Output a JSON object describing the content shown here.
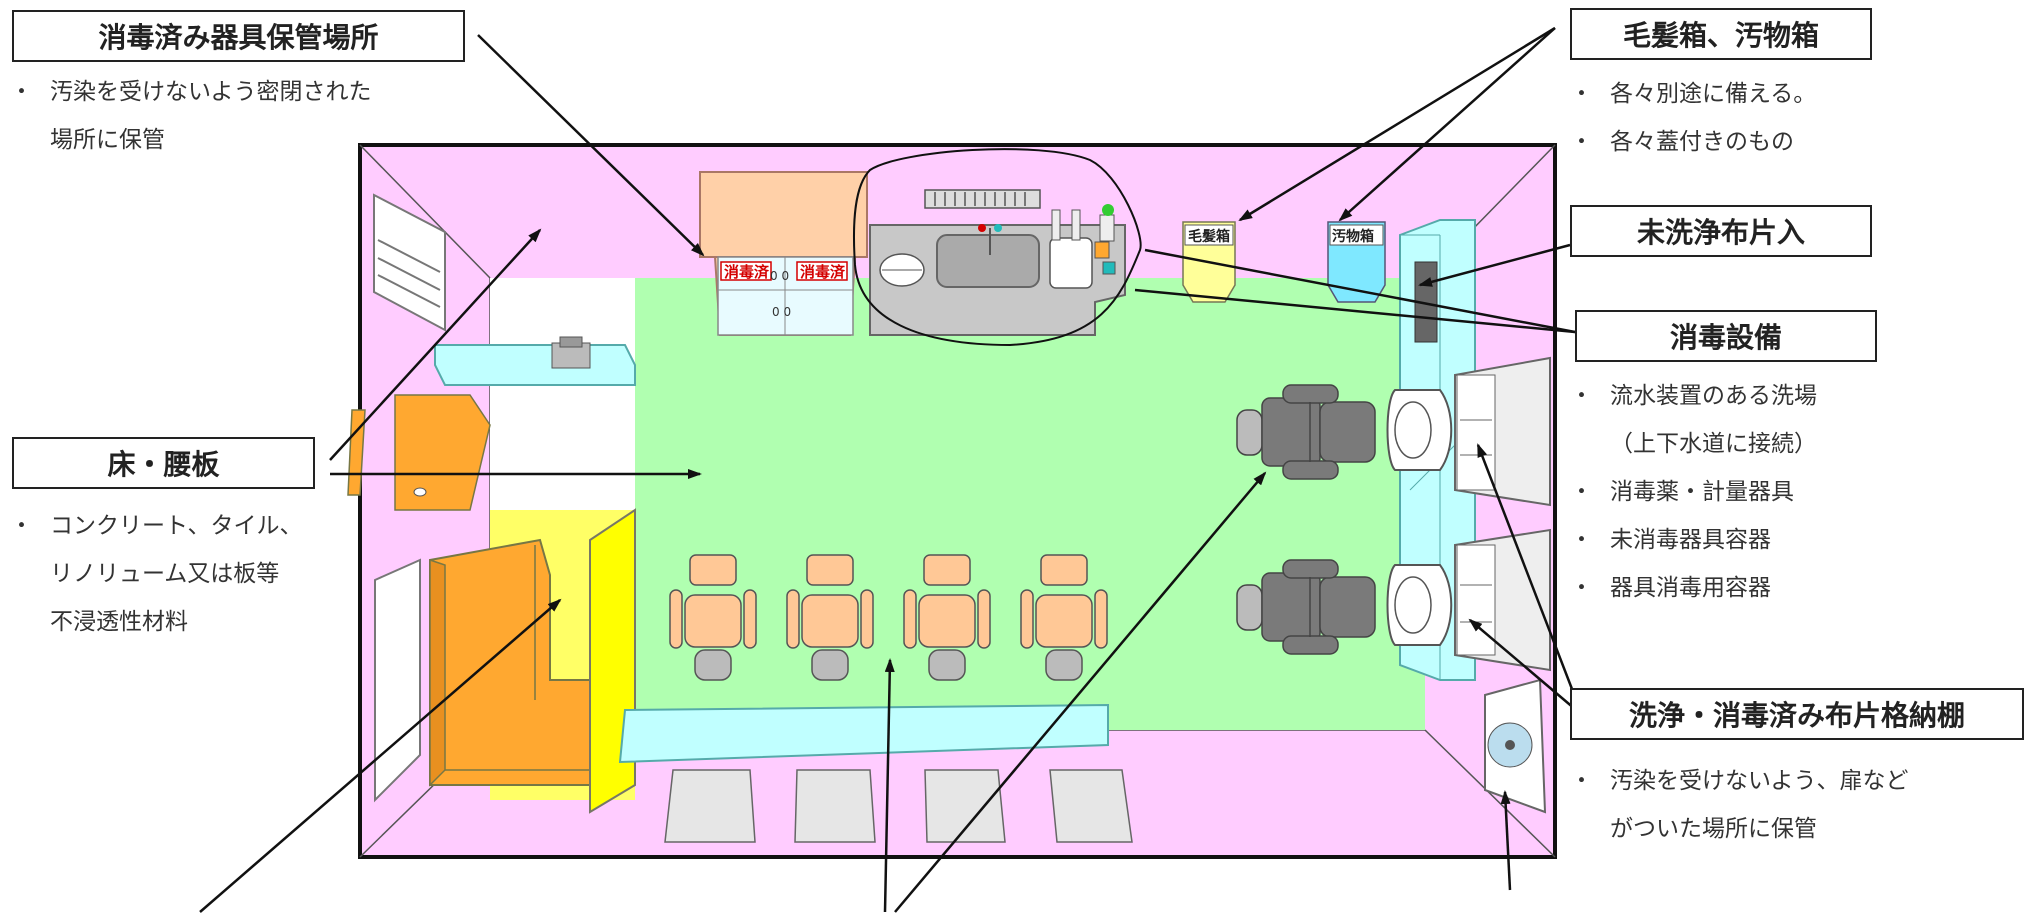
{
  "labels": {
    "storage": "消毒済み器具保管場所",
    "floor": "床・腰板",
    "hairbin": "毛髪箱、汚物箱",
    "unwashed": "未洗浄布片入",
    "disinfect": "消毒設備",
    "cloth": "洗浄・消毒済み布片格納棚"
  },
  "notes": {
    "storage": [
      "汚染を受けないよう密閉された",
      "場所に保管"
    ],
    "floor": [
      "コンクリート、タイル、",
      "リノリューム又は板等",
      "不浸透性材料"
    ],
    "hairbin": [
      "各々別途に備える。",
      "各々蓋付きのもの"
    ],
    "disinfect": [
      "流水装置のある洗場",
      "（上下水道に接続）",
      "消毒薬・計量器具",
      "未消毒器具容器",
      "器具消毒用容器"
    ],
    "cloth": [
      "汚染を受けないよう、扉など",
      "がついた場所に保管"
    ]
  },
  "bullet_char": "・",
  "tags": {
    "cabinet_left": "消毒済",
    "cabinet_right": "消毒済",
    "hair_box": "毛髪箱",
    "waste_box": "汚物箱"
  },
  "colors": {
    "wall": "#ffccff",
    "floor": "#b0ffb0",
    "cabinet": "#ffd0a8",
    "shelf": "#c0ffff",
    "sofa": "#ffa830",
    "chair": "#ffc896",
    "chair_gray": "#7a7a7a"
  }
}
